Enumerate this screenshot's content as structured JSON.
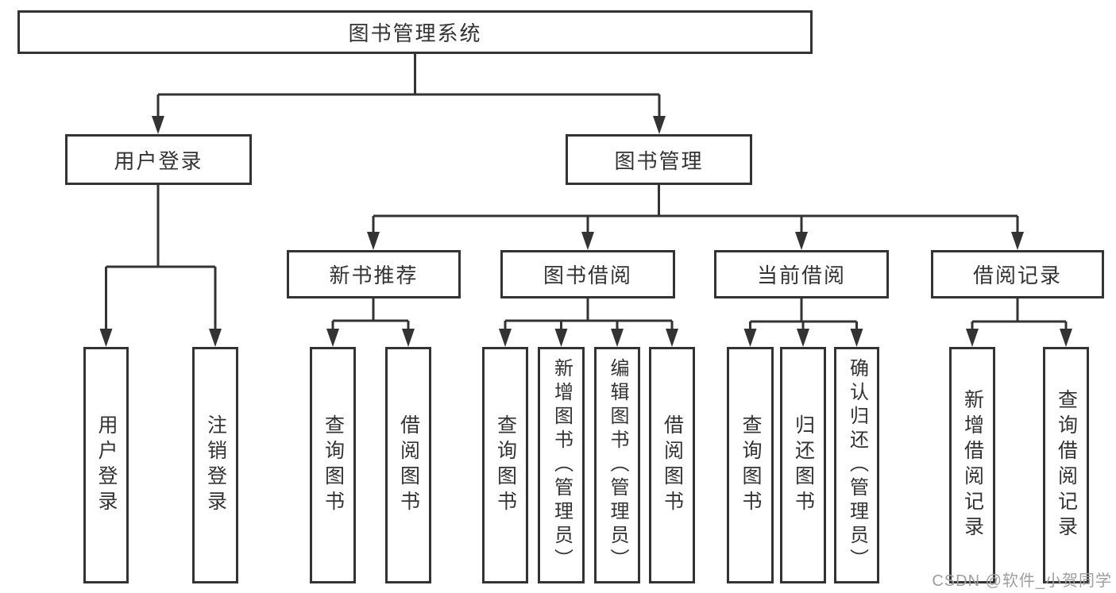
{
  "diagram": {
    "root": {
      "label": "图书管理系统"
    },
    "level2": [
      {
        "label": "用户登录",
        "children": [
          {
            "label": "用户登录"
          },
          {
            "label": "注销登录"
          }
        ]
      },
      {
        "label": "图书管理",
        "children": [
          {
            "label": "新书推荐",
            "children": [
              {
                "label": "查询图书"
              },
              {
                "label": "借阅图书"
              }
            ]
          },
          {
            "label": "图书借阅",
            "children": [
              {
                "label": "查询图书"
              },
              {
                "label": "新增图书（管理员）"
              },
              {
                "label": "编辑图书（管理员）"
              },
              {
                "label": "借阅图书"
              }
            ]
          },
          {
            "label": "当前借阅",
            "children": [
              {
                "label": "查询图书"
              },
              {
                "label": "归还图书"
              },
              {
                "label": "确认归还（管理员）"
              }
            ]
          },
          {
            "label": "借阅记录",
            "children": [
              {
                "label": "新增借阅记录"
              },
              {
                "label": "查询借阅记录"
              }
            ]
          }
        ]
      }
    ]
  },
  "watermark": {
    "text": "CSDN @软件_小贺同学"
  },
  "colors": {
    "line": "#333333",
    "box_border": "#333333",
    "box_background": "#ffffff",
    "text": "#333333",
    "watermark": "#9e9e9e",
    "page_background": "#ffffff"
  }
}
